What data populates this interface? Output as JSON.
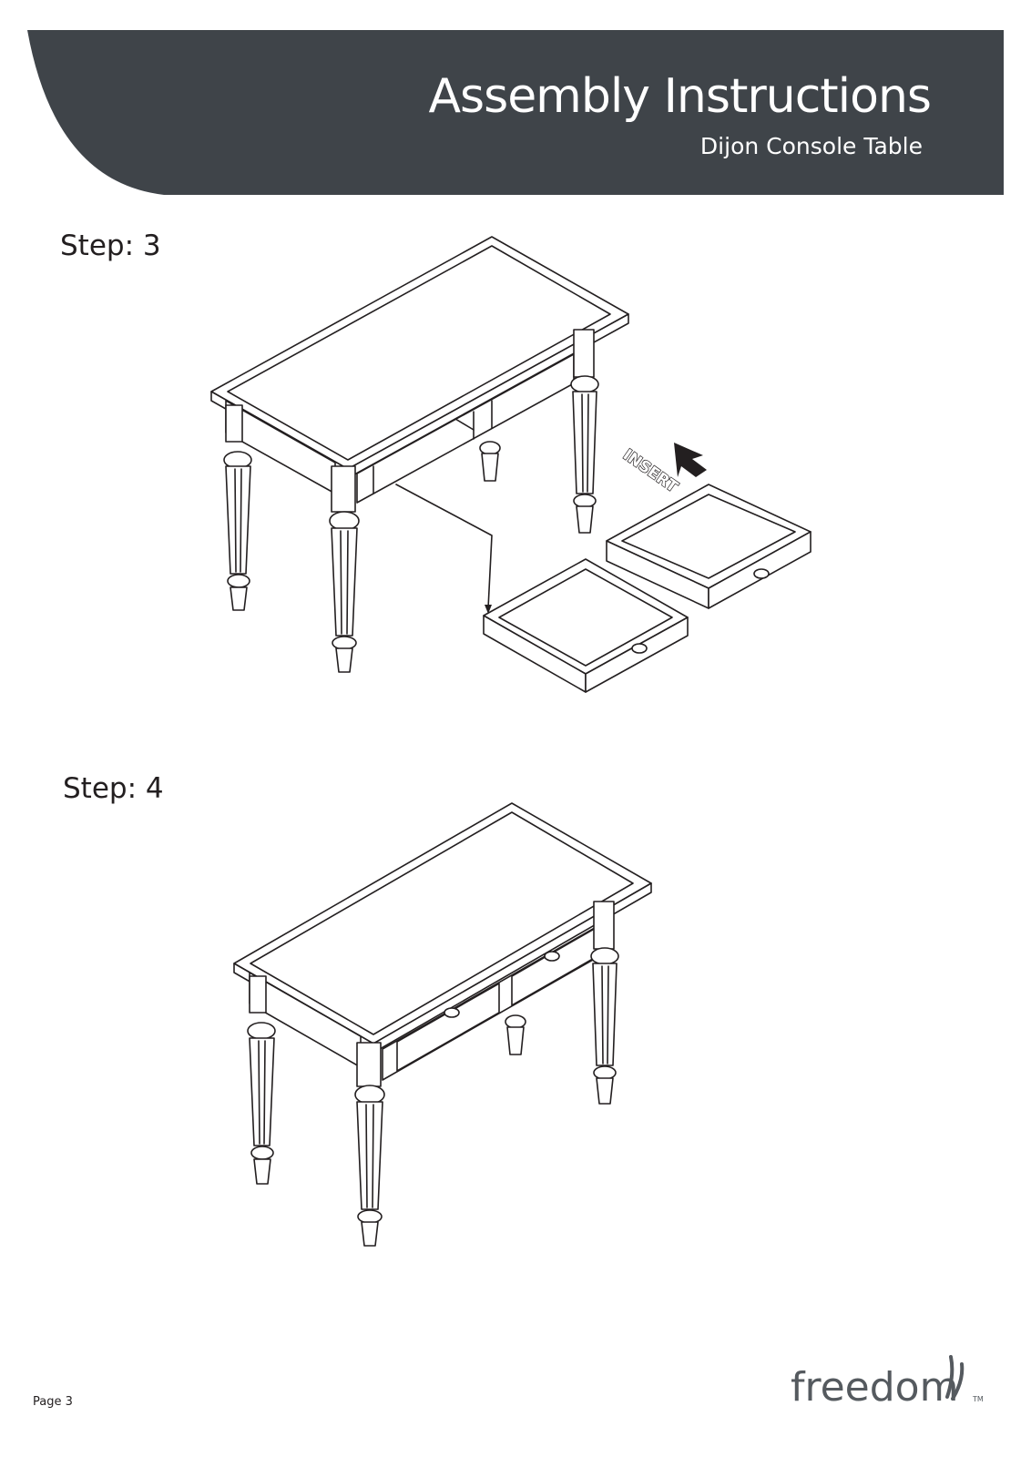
{
  "header": {
    "title": "Assembly Instructions",
    "subtitle": "Dijon Console Table",
    "band_color": "#3f4449"
  },
  "steps": [
    {
      "label": "Step: 3",
      "annotation": "INSERT"
    },
    {
      "label": "Step: 4"
    }
  ],
  "footer": {
    "page": "Page 3",
    "brand": "freedom",
    "trademark": "TM"
  }
}
